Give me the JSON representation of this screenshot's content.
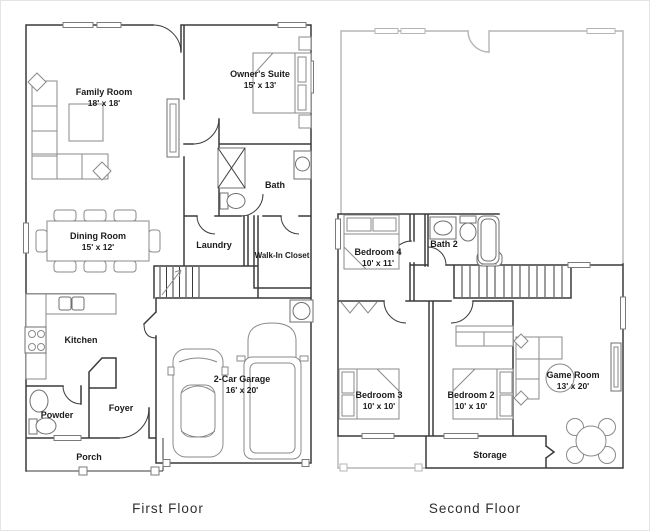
{
  "title": "Two-story floor plan",
  "colors": {
    "background": "#ffffff",
    "wall": "#3a3a3a",
    "wall_light": "#b5b5b5",
    "furniture": "#8a8a8a",
    "text": "#1b1b1b"
  },
  "first_floor": {
    "caption": "First Floor",
    "rooms": [
      {
        "name": "Family Room",
        "dims": "18' x 18'"
      },
      {
        "name": "Owner's Suite",
        "dims": "15' x 13'"
      },
      {
        "name": "Bath"
      },
      {
        "name": "Dining Room",
        "dims": "15' x 12'"
      },
      {
        "name": "Laundry"
      },
      {
        "name": "Walk-In Closet"
      },
      {
        "name": "Kitchen"
      },
      {
        "name": "Powder"
      },
      {
        "name": "Foyer"
      },
      {
        "name": "Porch"
      },
      {
        "name": "2-Car Garage",
        "dims": "16' x 20'"
      }
    ]
  },
  "second_floor": {
    "caption": "Second Floor",
    "rooms": [
      {
        "name": "Bedroom 4",
        "dims": "10' x 11'"
      },
      {
        "name": "Bath 2"
      },
      {
        "name": "Bedroom 3",
        "dims": "10' x 10'"
      },
      {
        "name": "Bedroom 2",
        "dims": "10' x 10'"
      },
      {
        "name": "Game Room",
        "dims": "13' x 20'"
      },
      {
        "name": "Storage"
      }
    ]
  }
}
